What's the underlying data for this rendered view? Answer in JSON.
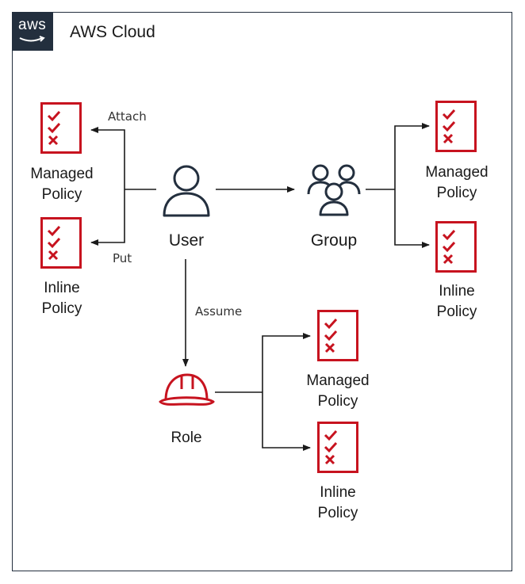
{
  "header": {
    "logo_text": "aws",
    "title": "AWS Cloud"
  },
  "nodes": {
    "user": "User",
    "group": "Group",
    "role": "Role",
    "user_managed": [
      "Managed",
      "Policy"
    ],
    "user_inline": [
      "Inline",
      "Policy"
    ],
    "group_managed": [
      "Managed",
      "Policy"
    ],
    "group_inline": [
      "Inline",
      "Policy"
    ],
    "role_managed": [
      "Managed",
      "Policy"
    ],
    "role_inline": [
      "Inline",
      "Policy"
    ]
  },
  "edges": {
    "attach": "Attach",
    "put": "Put",
    "assume": "Assume"
  },
  "colors": {
    "policy_red": "#c7131f",
    "navy": "#232f3e",
    "line": "#1a1a1a"
  },
  "icons": [
    "aws-logo-icon",
    "policy-document-icon",
    "user-icon",
    "group-icon",
    "role-helmet-icon"
  ]
}
